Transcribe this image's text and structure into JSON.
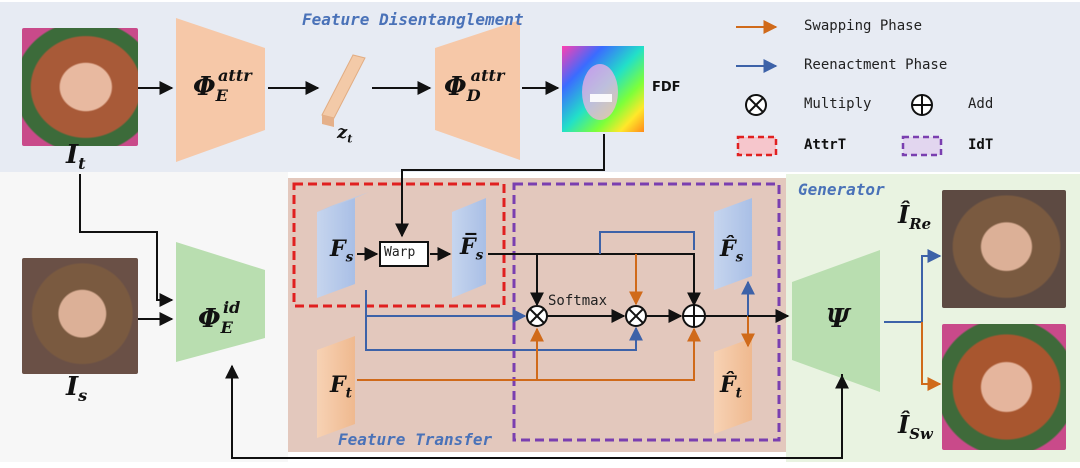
{
  "sections": {
    "feature_disentanglement": "Feature Disentanglement",
    "generator": "Generator",
    "feature_transfer": "Feature Transfer"
  },
  "legend": {
    "swapping": "Swapping Phase",
    "reenactment": "Reenactment Phase",
    "multiply": "Multiply",
    "add": "Add",
    "attrt": "AttrT",
    "idt": "IdT"
  },
  "labels": {
    "fdf": "FDF",
    "warp": "Warp",
    "softmax": "Softmax"
  },
  "symbols": {
    "I": "I",
    "t": "t",
    "s": "s",
    "Re": "Re",
    "Sw": "Sw",
    "phi": "Φ",
    "E": "E",
    "D": "D",
    "attr": "attr",
    "id": "id",
    "F": "F",
    "Fbar": "F̅",
    "Fhat": "F̂",
    "Ihat": "Î",
    "z": "z",
    "psi": "Ψ"
  },
  "colors": {
    "swap_arrow": "#d06a1a",
    "reenact_arrow": "#3d62a8",
    "attrt_border": "#e02020",
    "idt_border": "#7a3fb0",
    "encoder_fill": "#f6c8a8",
    "id_encoder_fill": "#b9deb0",
    "generator_bg": "#e9f3e1",
    "top_bg": "#e7ebf3",
    "transfer_bg": "#e3c8bd"
  }
}
